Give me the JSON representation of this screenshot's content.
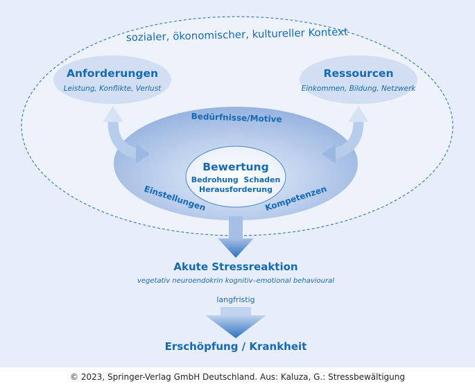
{
  "diagram": {
    "context_label": "sozialer, ökonomischer, kultureller Kontext",
    "anforderungen": {
      "title": "Anforderungen",
      "subtitle": "Leistung, Konflikte, Verlust"
    },
    "ressourcen": {
      "title": "Ressourcen",
      "subtitle": "Einkommen, Bildung, Netzwerk"
    },
    "person": {
      "top_label": "Bedürfnisse/Motive",
      "left_label": "Einstellungen",
      "right_label": "Kompetenzen"
    },
    "bewertung": {
      "title": "Bewertung",
      "line1": "Bedrohung  Schaden",
      "line2": "Herausforderung"
    },
    "stress": {
      "title": "Akute Stressreaktion",
      "subtitle": "vegetativ neuroendokrin kognitiv–emotional behavioural"
    },
    "arrow_label": "langfristig",
    "outcome": "Erschöpfung / Krankheit"
  },
  "credit": "© 2023, Springer-Verlag GmbH Deutschland. Aus: Kaluza, G.: Stressbewältigung",
  "colors": {
    "background": "#e8eef9",
    "accent_text": "#1569b3",
    "dashed_border": "#3a7fc4"
  }
}
